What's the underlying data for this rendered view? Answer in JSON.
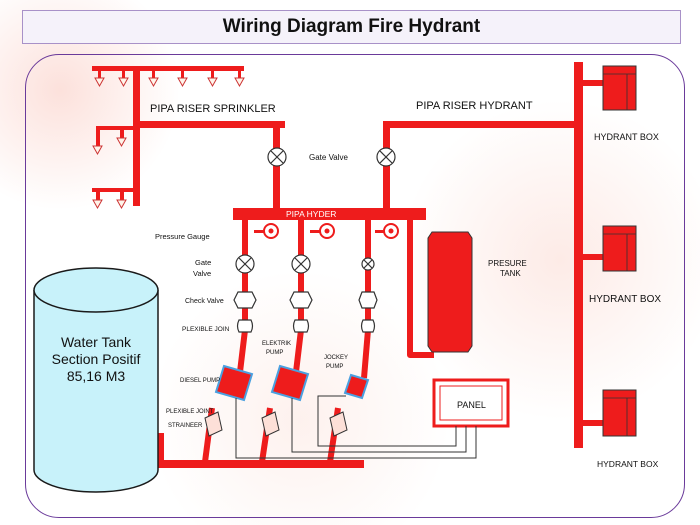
{
  "title": "Wiring Diagram Fire Hydrant",
  "labels": {
    "riser_sprinkler": "PIPA RISER SPRINKLER",
    "riser_hydrant": "PIPA RISER HYDRANT",
    "gate_valve": "Gate Valve",
    "pipa_hyder": "PIPA HYDER",
    "pressure_gauge": "Pressure Gauge",
    "gate_valve_side_1": "Gate",
    "gate_valve_side_2": "Valve",
    "check_valve": "Check Valve",
    "flexible_join": "PLEXIBLE JOIN",
    "elektrik_pump_1": "ELEKTRIK",
    "elektrik_pump_2": "PUMP",
    "jockey_pump_1": "JOCKEY",
    "jockey_pump_2": "PUMP",
    "diesel_pump": "DIESEL PUMP",
    "flexible_joint": "PLEXIBLE JOINT",
    "strainer": "STRAINEER",
    "presure_tank_1": "PRESURE",
    "presure_tank_2": "TANK",
    "panel": "PANEL",
    "hydrant_box_top": "HYDRANT BOX",
    "hydrant_box_middle": "HYDRANT BOX",
    "hydrant_box_bottom": "HYDRANT BOX",
    "water_tank_1": "Water Tank",
    "water_tank_2": "Section Positif",
    "water_tank_3": "85,16 M3"
  },
  "colors": {
    "pipe": "#ee1c1c",
    "pump_outline": "#4aa0e0",
    "tank_fill": "#c8f2fa",
    "tank_stroke": "#1a1a1a",
    "frame": "#6a3a9a",
    "valve_icon": "gate-valve-circle-x",
    "gauge_icon": "pressure-gauge-ring"
  }
}
